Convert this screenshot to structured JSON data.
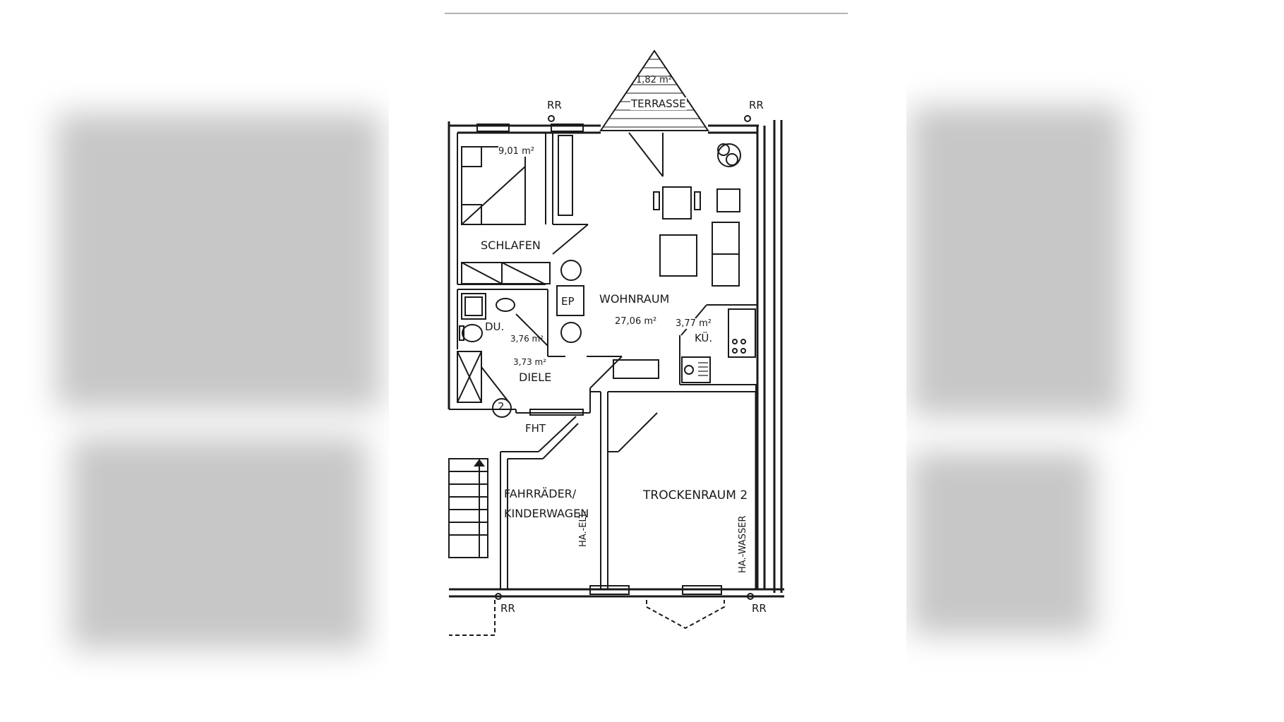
{
  "plan": {
    "rooms": {
      "terrasse": {
        "label": "TERRASSE",
        "area": "1,82 m²"
      },
      "schlafen": {
        "label": "SCHLAFEN",
        "area": "9,01 m²"
      },
      "wohnraum": {
        "label": "WOHNRAUM",
        "area": "27,06 m²"
      },
      "dusche": {
        "label": "DU.",
        "area": "3,76 m²"
      },
      "kueche": {
        "label": "KÜ.",
        "area": "3,77 m²"
      },
      "diele": {
        "label": "DIELE",
        "area": "3,73 m²"
      },
      "fahrraeder": {
        "label_line1": "FAHRRÄDER/",
        "label_line2": "KINDERWAGEN"
      },
      "trockenraum": {
        "label": "TROCKENRAUM 2"
      }
    },
    "markers": {
      "rr": "RR",
      "ep": "EP",
      "fht": "FHT",
      "ha_elt": "HA.-ELT.",
      "ha_wasser": "HA.-WASSER",
      "stair_number": "2"
    }
  },
  "colors": {
    "line": "#1a1a1a",
    "background": "#ffffff",
    "blur": "#9a9a9a"
  }
}
